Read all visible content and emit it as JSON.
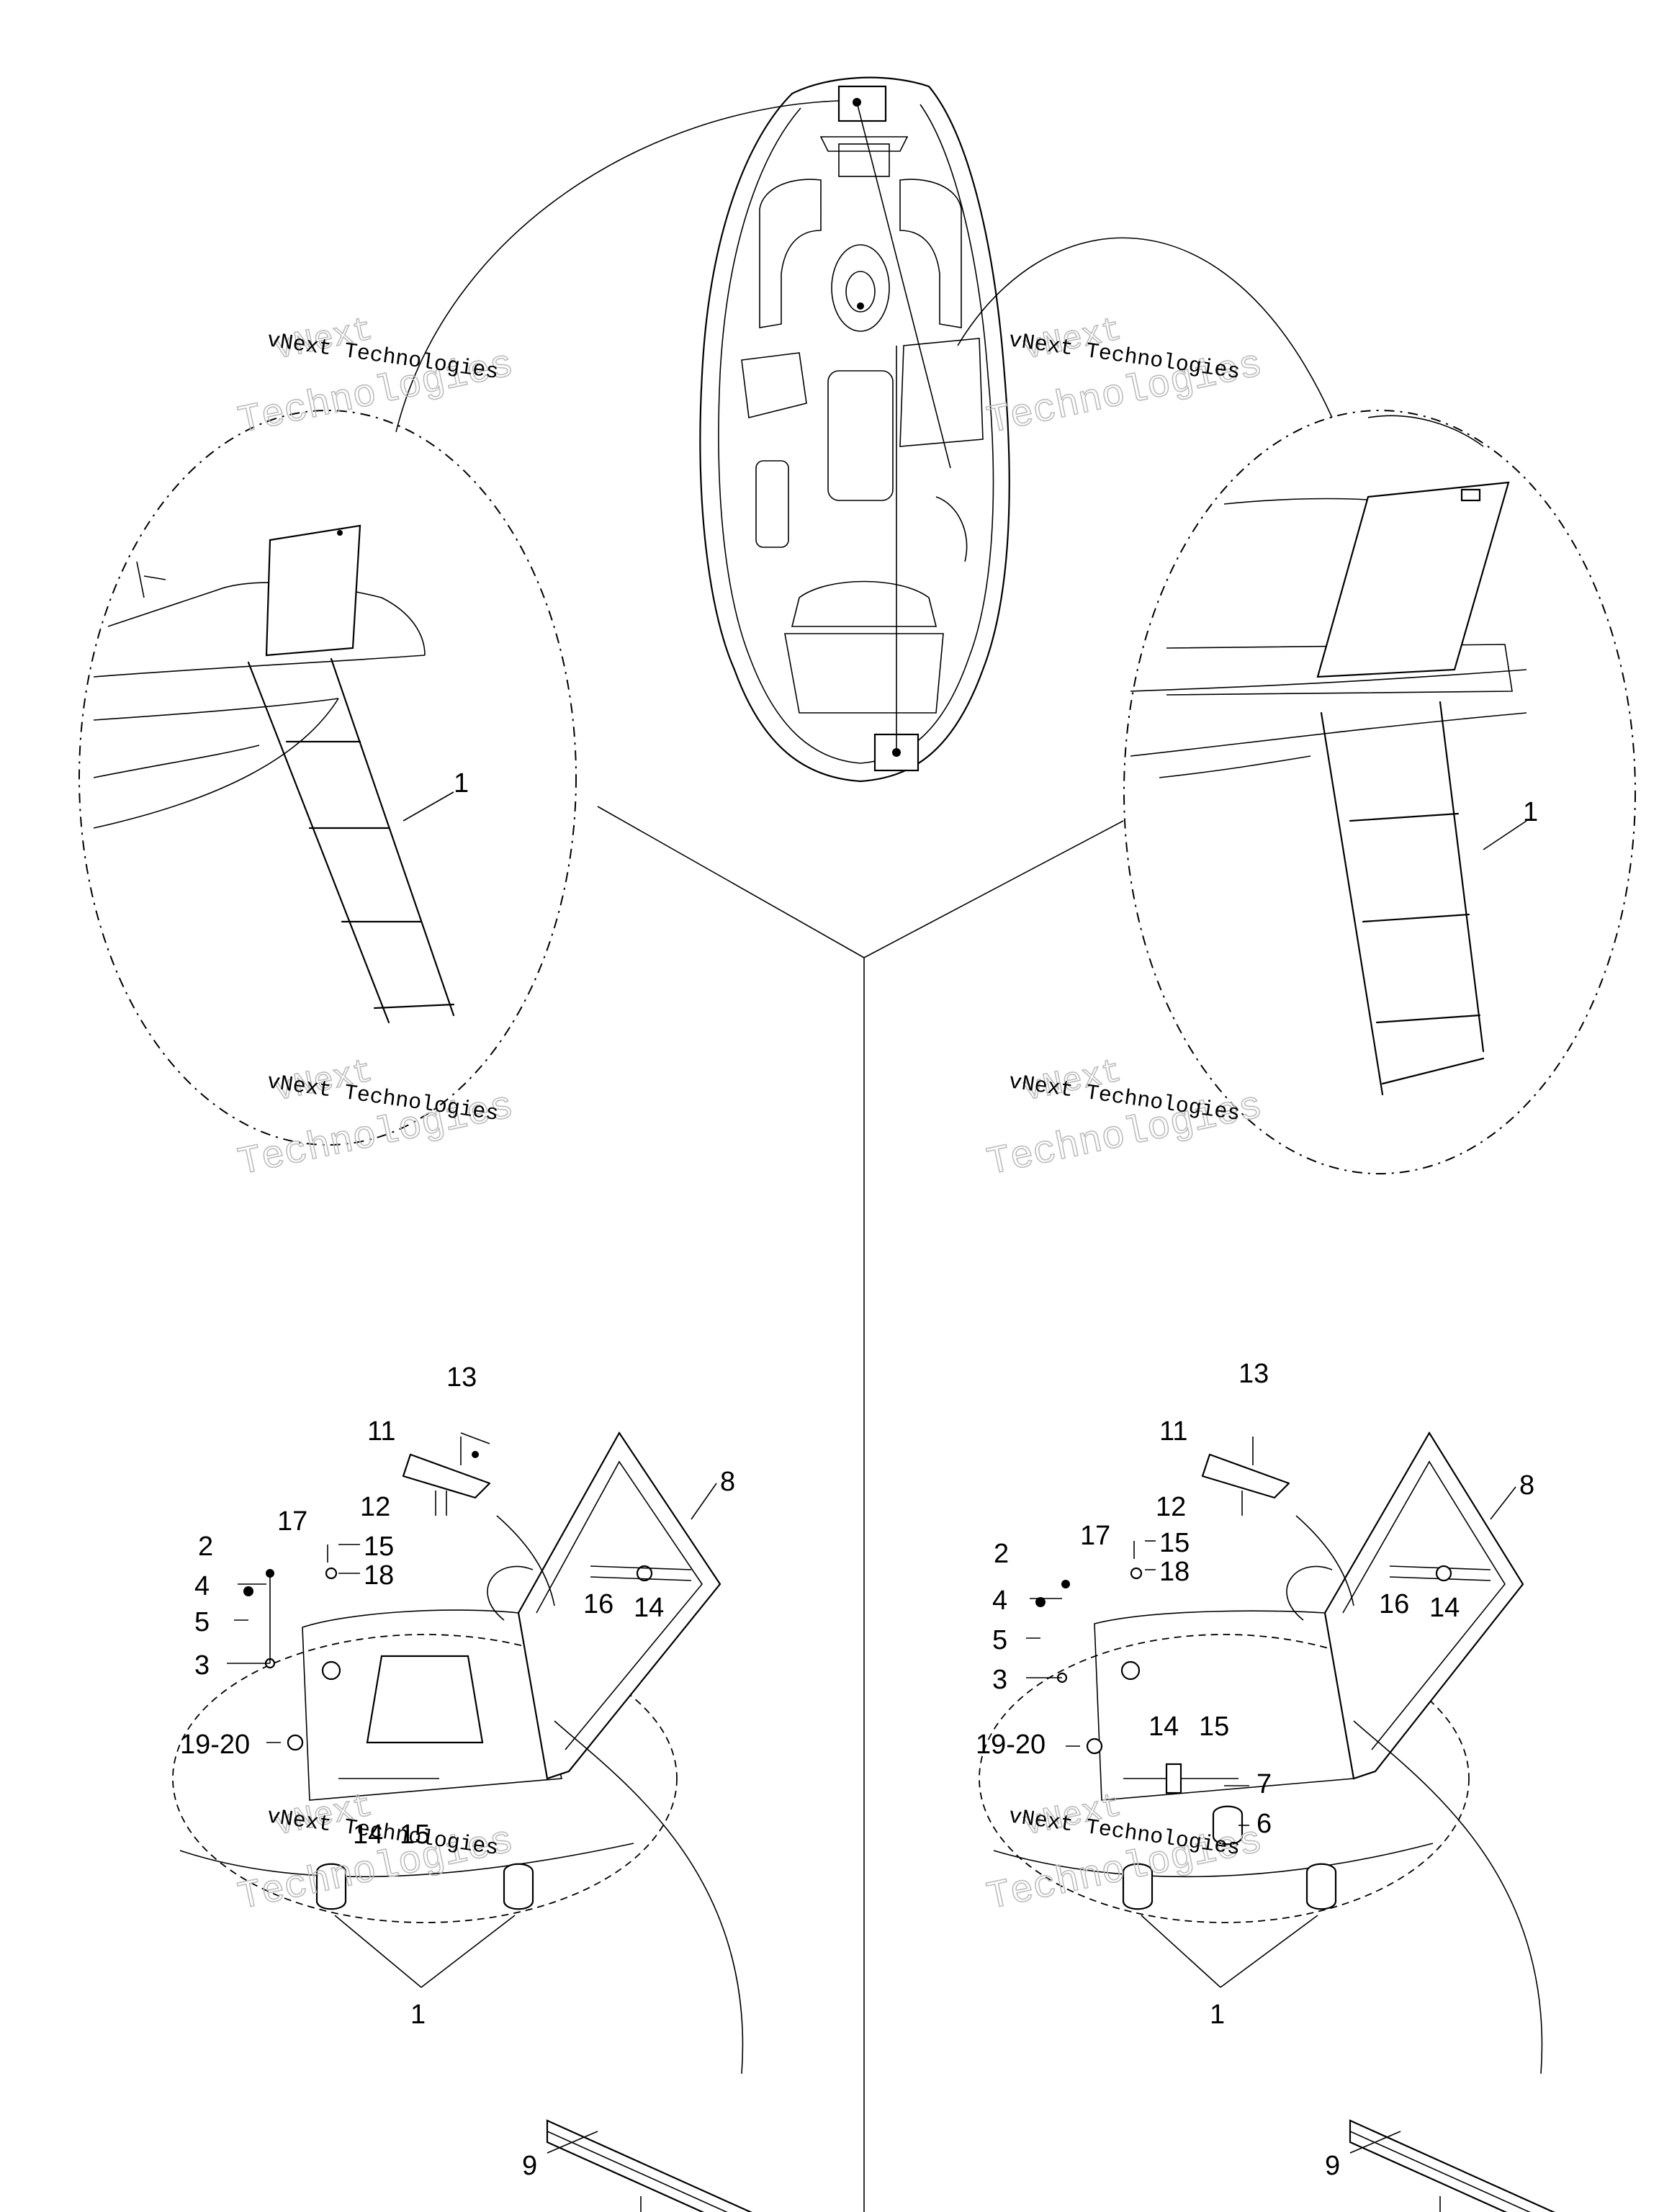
{
  "watermark": {
    "line1": "vNext",
    "line2": "vNext Technologies",
    "line3": "Technologies"
  },
  "labels": {
    "l1_left_top": "1",
    "l1_right_top": "1",
    "l13_left": "13",
    "l11_left": "11",
    "l8_left": "8",
    "l12_left": "12",
    "l17_left": "17",
    "l15_left_a": "15",
    "l2_left": "2",
    "l18_left": "18",
    "l4_left": "4",
    "l16_left": "16",
    "l14_left_a": "14",
    "l5_left": "5",
    "l3_left": "3",
    "l1920_left": "19-20",
    "l14_left_b": "14",
    "l15_left_b": "15",
    "l1_left_bottom": "1",
    "l9_left": "9",
    "l13_right": "13",
    "l11_right": "11",
    "l8_right": "8",
    "l12_right": "12",
    "l17_right": "17",
    "l15_right_a": "15",
    "l2_right": "2",
    "l18_right": "18",
    "l4_right": "4",
    "l16_right": "16",
    "l14_right_a": "14",
    "l5_right": "5",
    "l3_right": "3",
    "l14_right_b": "14",
    "l15_right_b": "15",
    "l1920_right": "19-20",
    "l7_right": "7",
    "l6_right": "6",
    "l1_right_bottom": "1",
    "l9_right": "9"
  }
}
